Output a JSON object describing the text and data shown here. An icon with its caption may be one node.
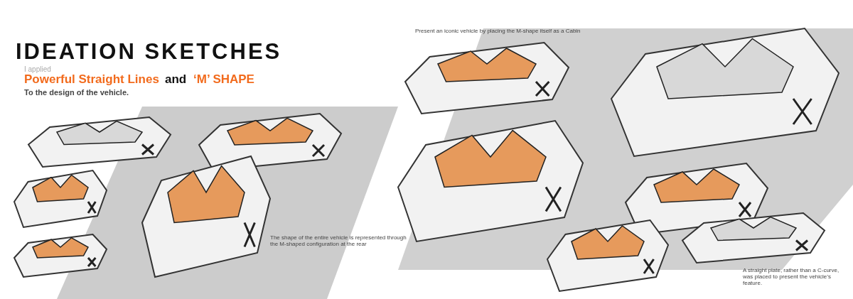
{
  "diagram": {
    "title": "IDEATION SKETCHES",
    "labels": [
      "I applied",
      "Powerful Straight Lines",
      "and",
      "‘M’ SHAPE",
      "To the design of the vehicle.",
      "Present an iconic vehicle by placing the M-shape itself as a Cabin",
      "The shape of the entire vehicle is represented through the M-shaped configuration at the rear",
      "A straight plate, rather than a C-curve, was placed to present the vehicle’s feature."
    ]
  }
}
